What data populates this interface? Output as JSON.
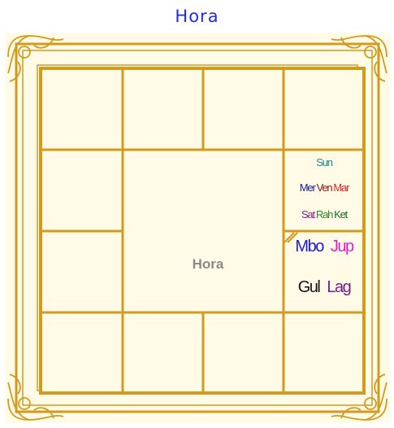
{
  "title": "Hora",
  "center_label": "Hora",
  "colors": {
    "frame": "#d29a1e",
    "cell_fill": "#fffbe6",
    "title": "#1f2de0",
    "center": "#8a8a8a"
  },
  "chart_type": "North/South Indian style square rasi chart (4x4 grid)",
  "houses": [
    {
      "row": 1,
      "col": 3,
      "lines": [
        [
          {
            "name": "Sun",
            "color": "#1a8a8a"
          }
        ],
        [
          {
            "name": "Mer",
            "color": "#1a1a9a"
          },
          {
            "name": "Ven",
            "color": "#8b1a1a"
          },
          {
            "name": "Mar",
            "color": "#e02020"
          }
        ],
        [
          {
            "name": "Sat",
            "color": "#8a1a8a"
          },
          {
            "name": "Rah",
            "color": "#2a8a2a"
          },
          {
            "name": "Ket",
            "color": "#1a6a2a"
          }
        ]
      ]
    },
    {
      "row": 2,
      "col": 3,
      "lines": [
        [
          {
            "name": "Mbo",
            "color": "#1a1ae0"
          },
          {
            "name": "Jup",
            "color": "#e020d0"
          }
        ],
        [
          {
            "name": "Gul",
            "color": "#111111"
          },
          {
            "name": "Lag",
            "color": "#7a1a8a"
          }
        ]
      ]
    }
  ]
}
